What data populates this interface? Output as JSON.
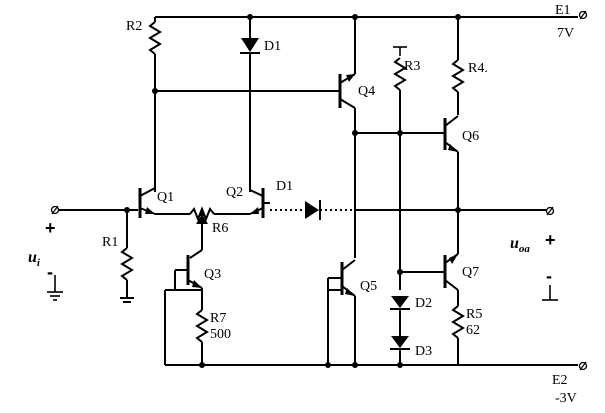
{
  "supplies": {
    "positive": {
      "name": "E1",
      "value": "7V"
    },
    "negative": {
      "name": "E2",
      "value": "-3V"
    }
  },
  "transistors": [
    "Q1",
    "Q2",
    "Q3",
    "Q4",
    "Q5",
    "Q6",
    "Q7"
  ],
  "resistors": {
    "R1": {
      "label": "R1"
    },
    "R2": {
      "label": "R2"
    },
    "R3": {
      "label": "R3"
    },
    "R4": {
      "label": "R4."
    },
    "R5": {
      "label": "R5",
      "value": "62"
    },
    "R6": {
      "label": "R6"
    },
    "R7": {
      "label": "R7",
      "value": "500"
    }
  },
  "diodes": [
    "D1",
    "D1",
    "D2",
    "D3"
  ],
  "ports": {
    "input": {
      "label": "u",
      "sub": "i",
      "plus": "+",
      "minus": "-"
    },
    "output": {
      "label": "u",
      "sub": "oa",
      "plus": "+",
      "minus": "-"
    }
  }
}
